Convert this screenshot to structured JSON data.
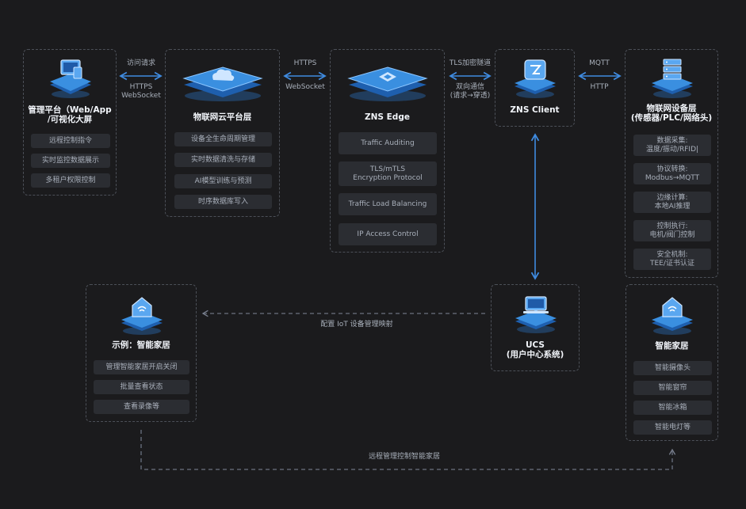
{
  "groups": {
    "mgmt": {
      "title_l1": "管理平台（Web/App",
      "title_l2": "/可视化大屏",
      "items": [
        "远程控制指令",
        "实时监控数据展示",
        "多租户权限控制"
      ]
    },
    "cloud": {
      "title": "物联网云平台层",
      "items": [
        "设备全生命周期管理",
        "实时数据清洗与存储",
        "AI模型训练与预测",
        "时序数据库写入"
      ]
    },
    "edge": {
      "title": "ZNS Edge",
      "items": [
        {
          "l1": "Traffic Auditing"
        },
        {
          "l1": "TLS/mTLS",
          "l2": "Encryption Protocol"
        },
        {
          "l1": "Traffic Load Balancing"
        },
        {
          "l1": "IP Access Control"
        }
      ]
    },
    "client": {
      "title": "ZNS Client"
    },
    "device": {
      "title_l1": "物联网设备层",
      "title_l2": "(传感器/PLC/网络头)",
      "items": [
        {
          "l1": "数据采集:",
          "l2": "温度/振动/RFID|"
        },
        {
          "l1": "协议转换:",
          "l2": "Modbus→MQTT"
        },
        {
          "l1": "边缘计算:",
          "l2": "本地AI推理"
        },
        {
          "l1": "控制执行:",
          "l2": "电机/阀门控制"
        },
        {
          "l1": "安全机制:",
          "l2": "TEE/证书认证"
        }
      ]
    },
    "example": {
      "title": "示例：智能家居",
      "items": [
        "管理智能家居开启关闭",
        "批量查看状态",
        "查看录像等"
      ]
    },
    "ucs": {
      "title_l1": "UCS",
      "title_l2": "(用户中心系统)"
    },
    "smarthome": {
      "title": "智能家居",
      "items": [
        "智能摄像头",
        "智能窗帘",
        "智能冰箱",
        "智能电灯等"
      ]
    }
  },
  "connectors": {
    "mgmt_cloud": {
      "top": "访问请求",
      "bottom_l1": "HTTPS",
      "bottom_l2": "WebSocket"
    },
    "cloud_edge": {
      "top": "HTTPS",
      "bottom": "WebSocket"
    },
    "edge_client": {
      "top": "TLS加密隧道",
      "bottom_l1": "双向通信",
      "bottom_l2": "(请求→穿透)"
    },
    "client_device": {
      "top": "MQTT",
      "bottom": "HTTP"
    },
    "ucs_example": {
      "label": "配置 IoT 设备管理映射"
    },
    "example_smarthome": {
      "label": "远程管理控制智能家居"
    }
  },
  "colors": {
    "background": "#1b1b1d",
    "accent": "#3a8fe0",
    "card": "#2b2d32",
    "border_dashed": "#4c5058"
  },
  "icons": [
    "monitor-devices-icon",
    "cloud-platform-icon",
    "zns-edge-icon",
    "zns-client-icon",
    "server-rack-icon",
    "smart-home-icon",
    "laptop-icon",
    "smart-home-icon"
  ]
}
